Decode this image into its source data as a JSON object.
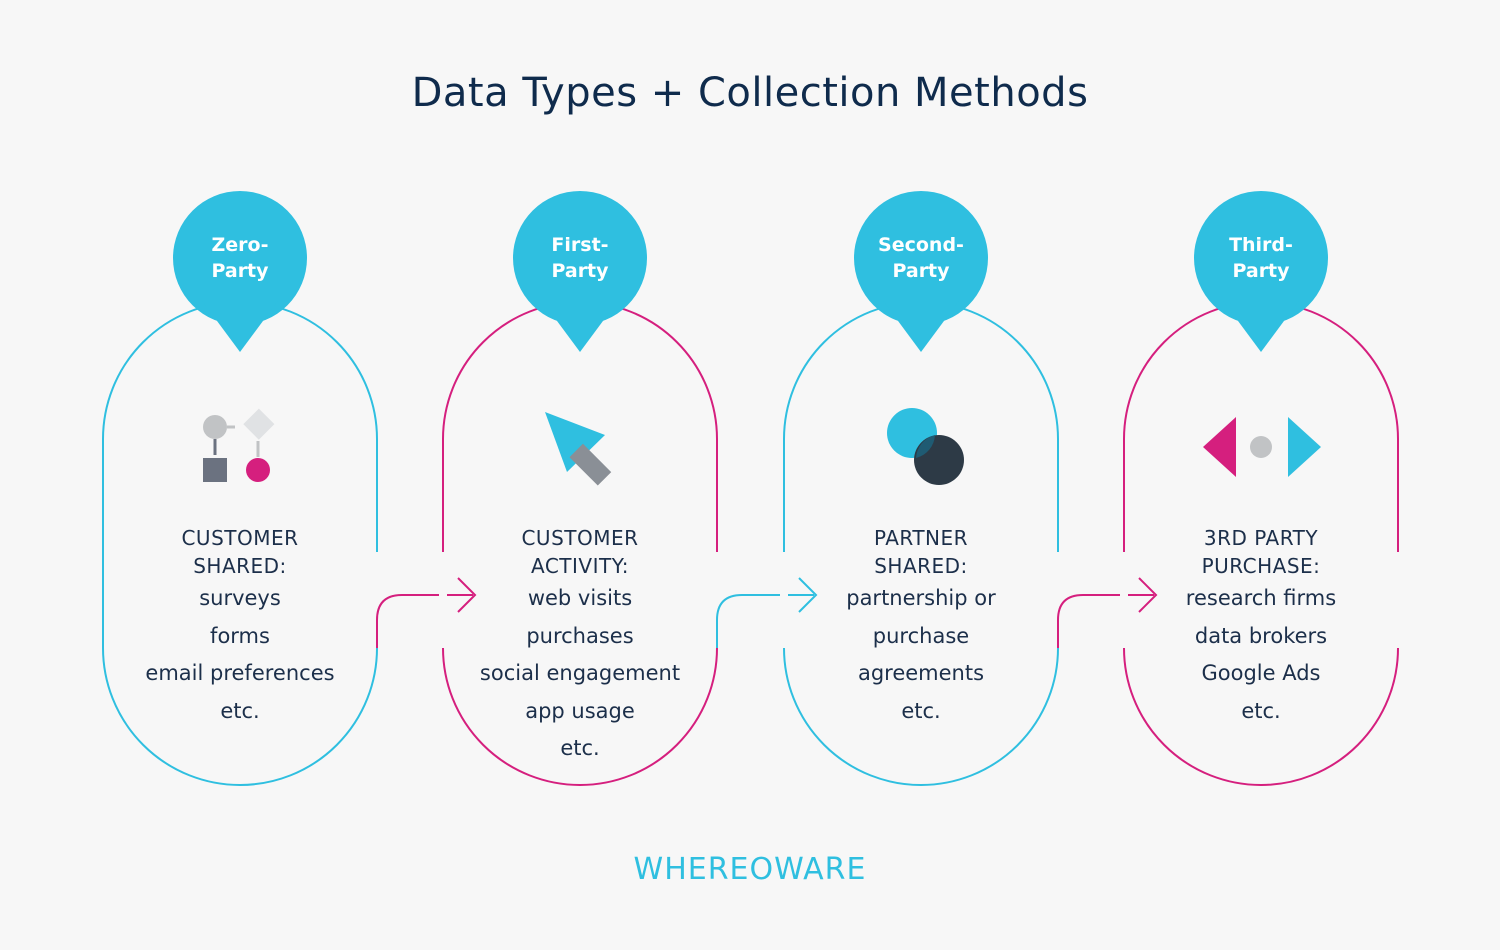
{
  "title": "Data Types + Collection Methods",
  "colors": {
    "blue": "#2fbfe0",
    "pink": "#d51f7e",
    "navy": "#0f2b4c",
    "gray": "#c1c3c5",
    "dark_gray": "#6b7280",
    "charcoal": "#2d3a46"
  },
  "stages": [
    {
      "bubble": [
        "Zero-",
        "Party"
      ],
      "heading": [
        "CUSTOMER",
        "SHARED:"
      ],
      "items": [
        "surveys",
        "forms",
        "email preferences",
        "etc."
      ],
      "icon": "shapes-icon",
      "outline": "blue"
    },
    {
      "bubble": [
        "First-",
        "Party"
      ],
      "heading": [
        "CUSTOMER",
        "ACTIVITY:"
      ],
      "items": [
        "web visits",
        "purchases",
        "social engagement",
        "app usage",
        "etc."
      ],
      "icon": "cursor-icon",
      "outline": "pink"
    },
    {
      "bubble": [
        "Second-",
        "Party"
      ],
      "heading": [
        "PARTNER",
        "SHARED:"
      ],
      "items": [
        "partnership or",
        "purchase",
        "agreements",
        "etc."
      ],
      "icon": "overlapping-circles-icon",
      "outline": "blue"
    },
    {
      "bubble": [
        "Third-",
        "Party"
      ],
      "heading": [
        "3RD PARTY",
        "PURCHASE:"
      ],
      "items": [
        "research firms",
        "data brokers",
        "Google Ads",
        "etc."
      ],
      "icon": "arrows-dot-icon",
      "outline": "pink"
    }
  ],
  "logo": "WHEREOWARE"
}
